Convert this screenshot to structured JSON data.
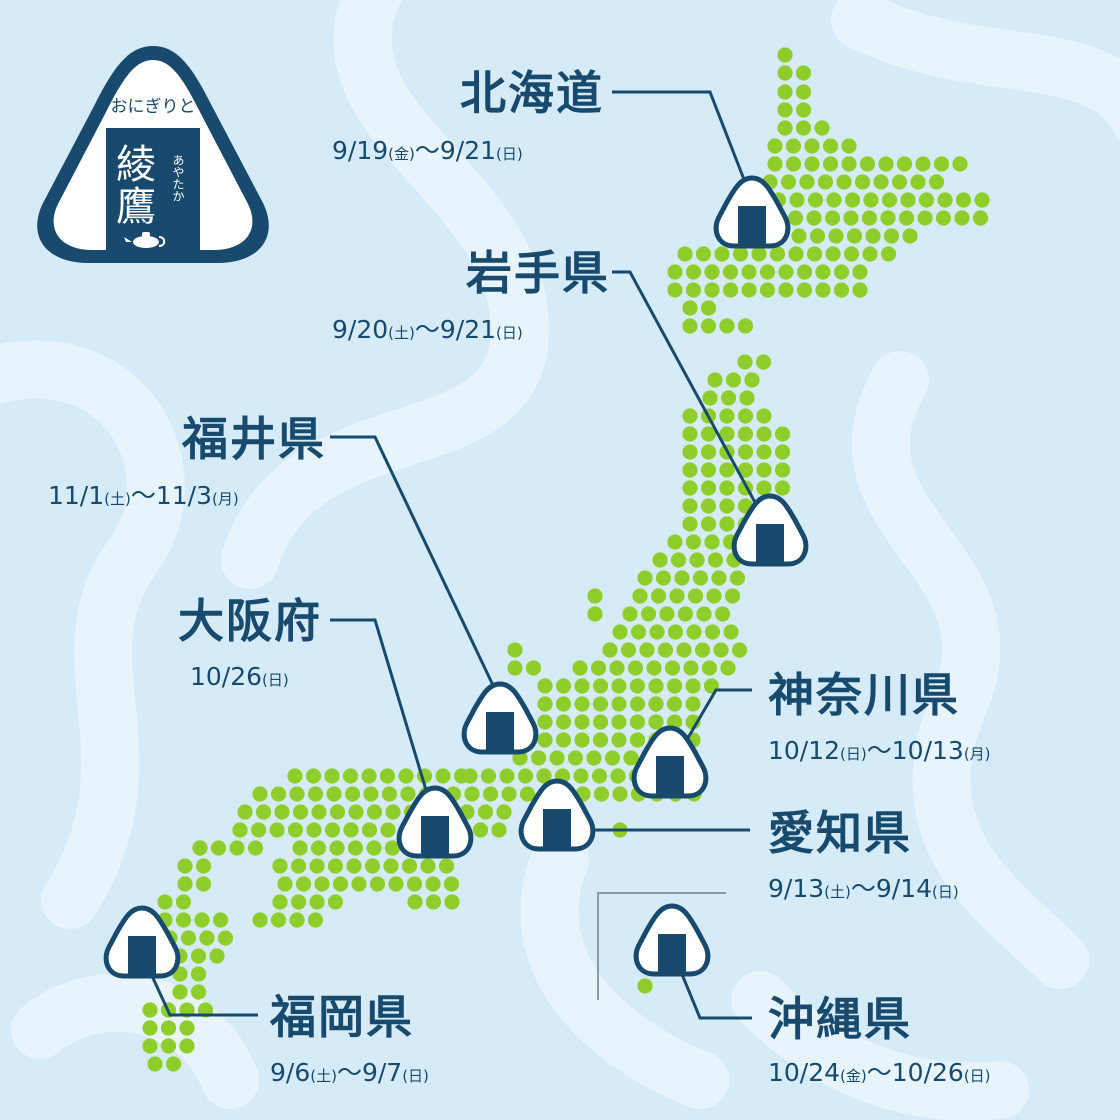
{
  "brand": {
    "logo_small": "おにぎりと",
    "logo_name": "綾鷹",
    "logo_reading": "あやたか"
  },
  "locations": [
    {
      "id": "hokkaido",
      "name": "北海道",
      "date_start": "9/19",
      "day_start": "(金)",
      "date_end": "9/21",
      "day_end": "(日)"
    },
    {
      "id": "iwate",
      "name": "岩手県",
      "date_start": "9/20",
      "day_start": "(土)",
      "date_end": "9/21",
      "day_end": "(日)"
    },
    {
      "id": "fukui",
      "name": "福井県",
      "date_start": "11/1",
      "day_start": "(土)",
      "date_end": "11/3",
      "day_end": "(月)"
    },
    {
      "id": "osaka",
      "name": "大阪府",
      "date_start": "10/26",
      "day_start": "(日)",
      "date_end": "",
      "day_end": ""
    },
    {
      "id": "kanagawa",
      "name": "神奈川県",
      "date_start": "10/12",
      "day_start": "(日)",
      "date_end": "10/13",
      "day_end": "(月)"
    },
    {
      "id": "aichi",
      "name": "愛知県",
      "date_start": "9/13",
      "day_start": "(土)",
      "date_end": "9/14",
      "day_end": "(日)"
    },
    {
      "id": "fukuoka",
      "name": "福岡県",
      "date_start": "9/6",
      "day_start": "(土)",
      "date_end": "9/7",
      "day_end": "(日)"
    },
    {
      "id": "okinawa",
      "name": "沖縄県",
      "date_start": "10/24",
      "day_start": "(金)",
      "date_end": "10/26",
      "day_end": "(日)"
    }
  ],
  "colors": {
    "background": "#d6ebf8",
    "brush": "#e9f5fc",
    "land_dot": "#8fce2a",
    "navy": "#184a6e",
    "onigiri_fill": "#ffffff"
  }
}
